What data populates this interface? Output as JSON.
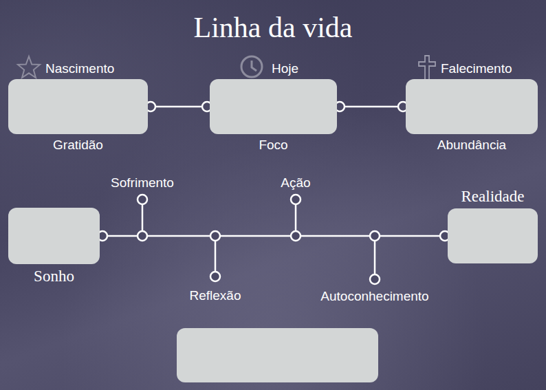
{
  "diagram": {
    "title": "Linha da vida",
    "nodes": [
      {
        "text": [
          "Nascimento",
          "Gratidão"
        ]
      },
      {
        "text": [
          "Hoje",
          "Foco"
        ]
      },
      {
        "text": [
          "Falecimento",
          "Abundância"
        ]
      },
      {
        "text": [
          "Sonho"
        ]
      },
      {
        "text": [
          "Realidade"
        ]
      }
    ],
    "edges": [
      {
        "from": 0,
        "to": 1,
        "arrow": "none"
      },
      {
        "from": 1,
        "to": 2,
        "arrow": "none"
      },
      {
        "from": 3,
        "to": 4,
        "arrow": "none"
      }
    ],
    "labels": [
      "Sofrimento",
      "Ação",
      "Reflexão",
      "Autoconhecimento"
    ]
  }
}
